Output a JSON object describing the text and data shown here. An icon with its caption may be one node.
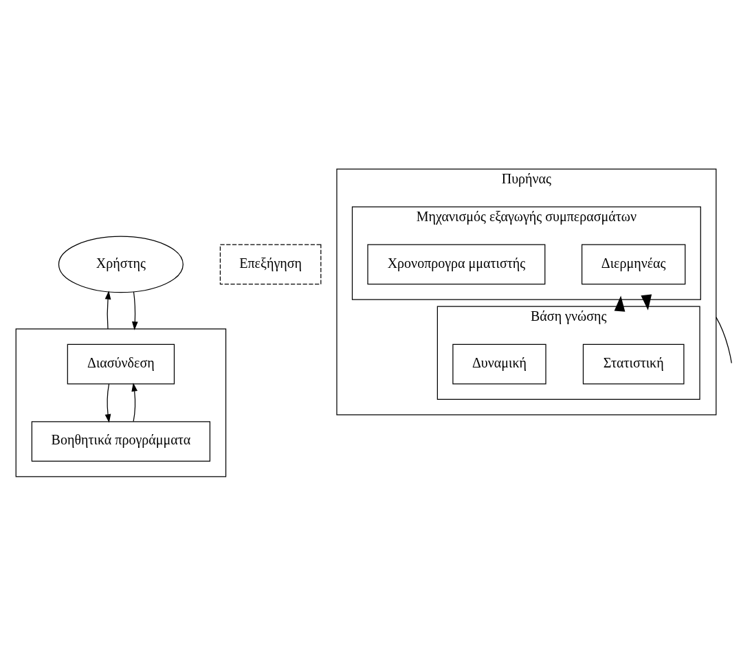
{
  "diagram": {
    "nodes": [
      {
        "text": [
          "Χρήστης"
        ]
      },
      {
        "text": [],
        "shape": "box"
      },
      {
        "text": [
          "Διασύνδεση"
        ],
        "in": 1
      },
      {
        "text": [
          "Βοηθητικά προγράμματα"
        ],
        "in": 1
      },
      {
        "text": [
          "Επεξήγηση"
        ]
      },
      {
        "text": [
          "Πυρήνας"
        ]
      },
      {
        "text": [
          "Μηχανισμός εξαγωγής συμπερασμάτων"
        ],
        "in": 5
      },
      {
        "text": [
          "Διερμηνέας"
        ],
        "in": 6
      },
      {
        "text": [
          "Χρονοπρογρα μματιστής"
        ],
        "in": 6
      },
      {
        "text": [
          "Βάση γνώσης"
        ],
        "in": 5
      },
      {
        "text": [
          "Στατιστική"
        ],
        "in": 9
      },
      {
        "text": [
          "Δυναμική"
        ],
        "in": 9
      }
    ],
    "edges": [
      {
        "from": 0,
        "to": 1,
        "arrow": "to"
      },
      {
        "from": 1,
        "to": 0,
        "arrow": "to"
      },
      {
        "from": 2,
        "to": 3,
        "arrow": "to"
      },
      {
        "from": 3,
        "to": 2,
        "arrow": "to"
      },
      {
        "from": 6,
        "to": 9,
        "arrow": "to",
        "style": "thick"
      },
      {
        "from": 9,
        "to": 6,
        "arrow": "to",
        "style": "thick"
      },
      {
        "from": 5,
        "to": null,
        "arrow": "none"
      }
    ]
  }
}
